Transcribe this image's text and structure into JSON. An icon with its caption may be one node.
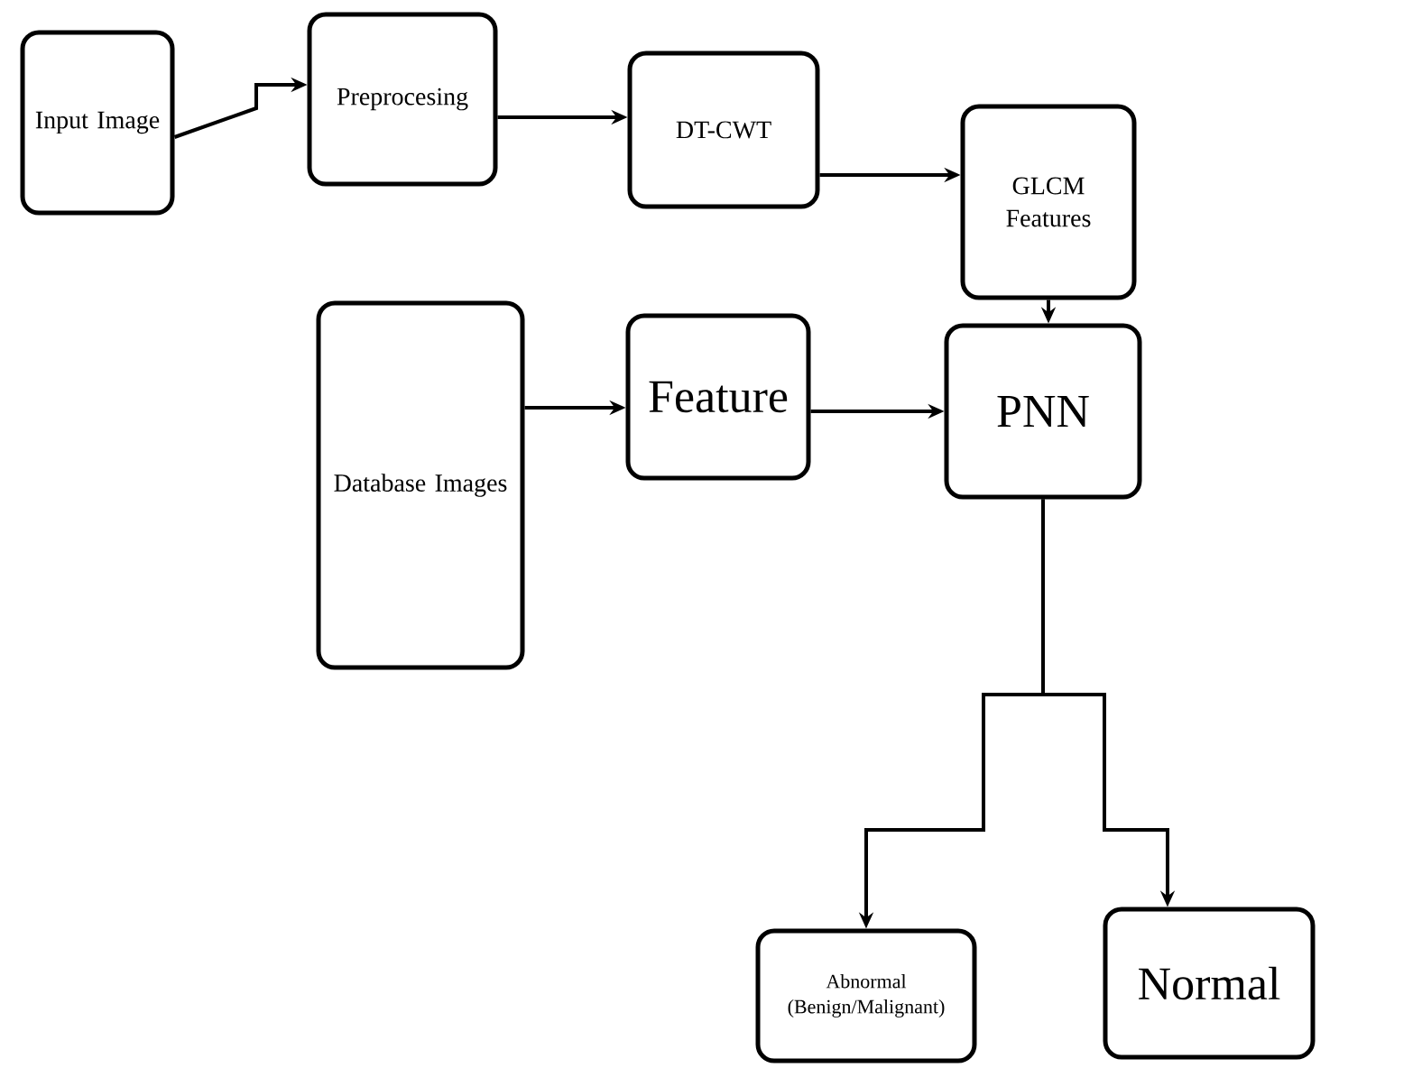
{
  "diagram": {
    "nodes": [
      {
        "text": [
          "Input Image"
        ]
      },
      {
        "text": [
          "Preprocesing"
        ]
      },
      {
        "text": [
          "DT-CWT"
        ]
      },
      {
        "text": [
          "GLCM Features"
        ]
      },
      {
        "text": [
          "Database Images"
        ]
      },
      {
        "text": [
          "Feature"
        ]
      },
      {
        "text": [
          "PNN"
        ]
      },
      {
        "text": [
          "Abnormal",
          "(Benign/Malignant)"
        ]
      },
      {
        "text": [
          "Normal"
        ]
      }
    ],
    "edges": [
      {
        "from": 0,
        "to": 1,
        "arrow": "to"
      },
      {
        "from": 1,
        "to": 2,
        "arrow": "to"
      },
      {
        "from": 2,
        "to": 3,
        "arrow": "to"
      },
      {
        "from": 3,
        "to": 6,
        "arrow": "to"
      },
      {
        "from": 4,
        "to": 5,
        "arrow": "to"
      },
      {
        "from": 5,
        "to": 6,
        "arrow": "to"
      },
      {
        "from": 6,
        "to": 7,
        "arrow": "to"
      },
      {
        "from": 6,
        "to": 8,
        "arrow": "to"
      }
    ]
  }
}
